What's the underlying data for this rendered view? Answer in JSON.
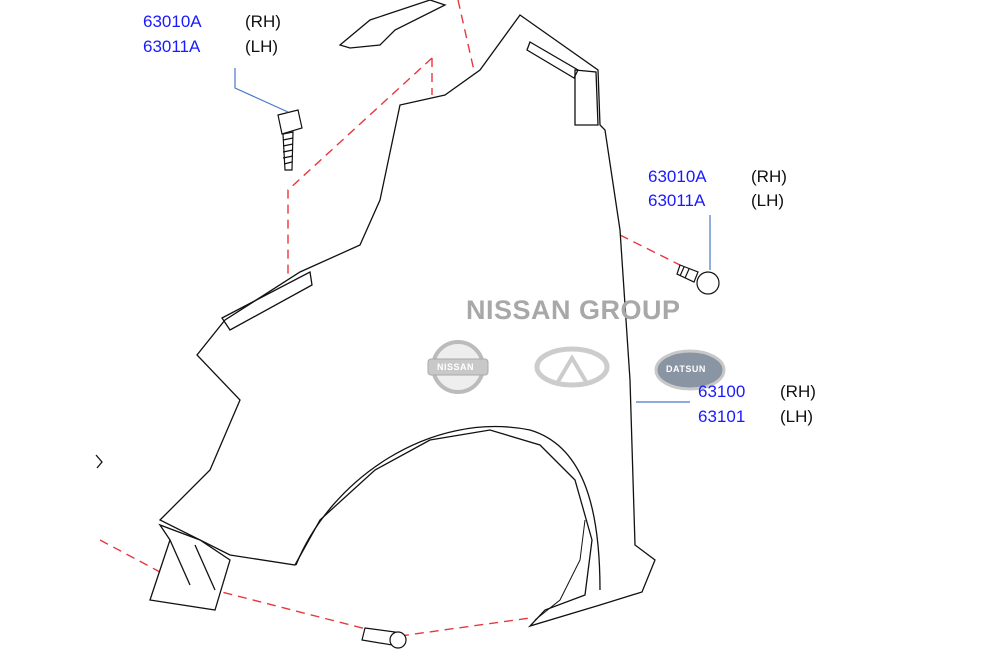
{
  "callouts": [
    {
      "part_rh": "63010A",
      "side_rh": "(RH)",
      "part_lh": "63011A",
      "side_lh": "(LH)"
    },
    {
      "part_rh": "63010A",
      "side_rh": "(RH)",
      "part_lh": "63011A",
      "side_lh": "(LH)"
    },
    {
      "part_rh": "63100",
      "side_rh": "(RH)",
      "part_lh": "63101",
      "side_lh": "(LH)"
    }
  ],
  "watermark": {
    "title": "NISSAN GROUP",
    "logos": [
      "NISSAN",
      "INFINITI",
      "DATSUN"
    ]
  },
  "colors": {
    "part_number": "#1a1aff",
    "leader": "#4a78c8",
    "dash": "#e8383d"
  }
}
